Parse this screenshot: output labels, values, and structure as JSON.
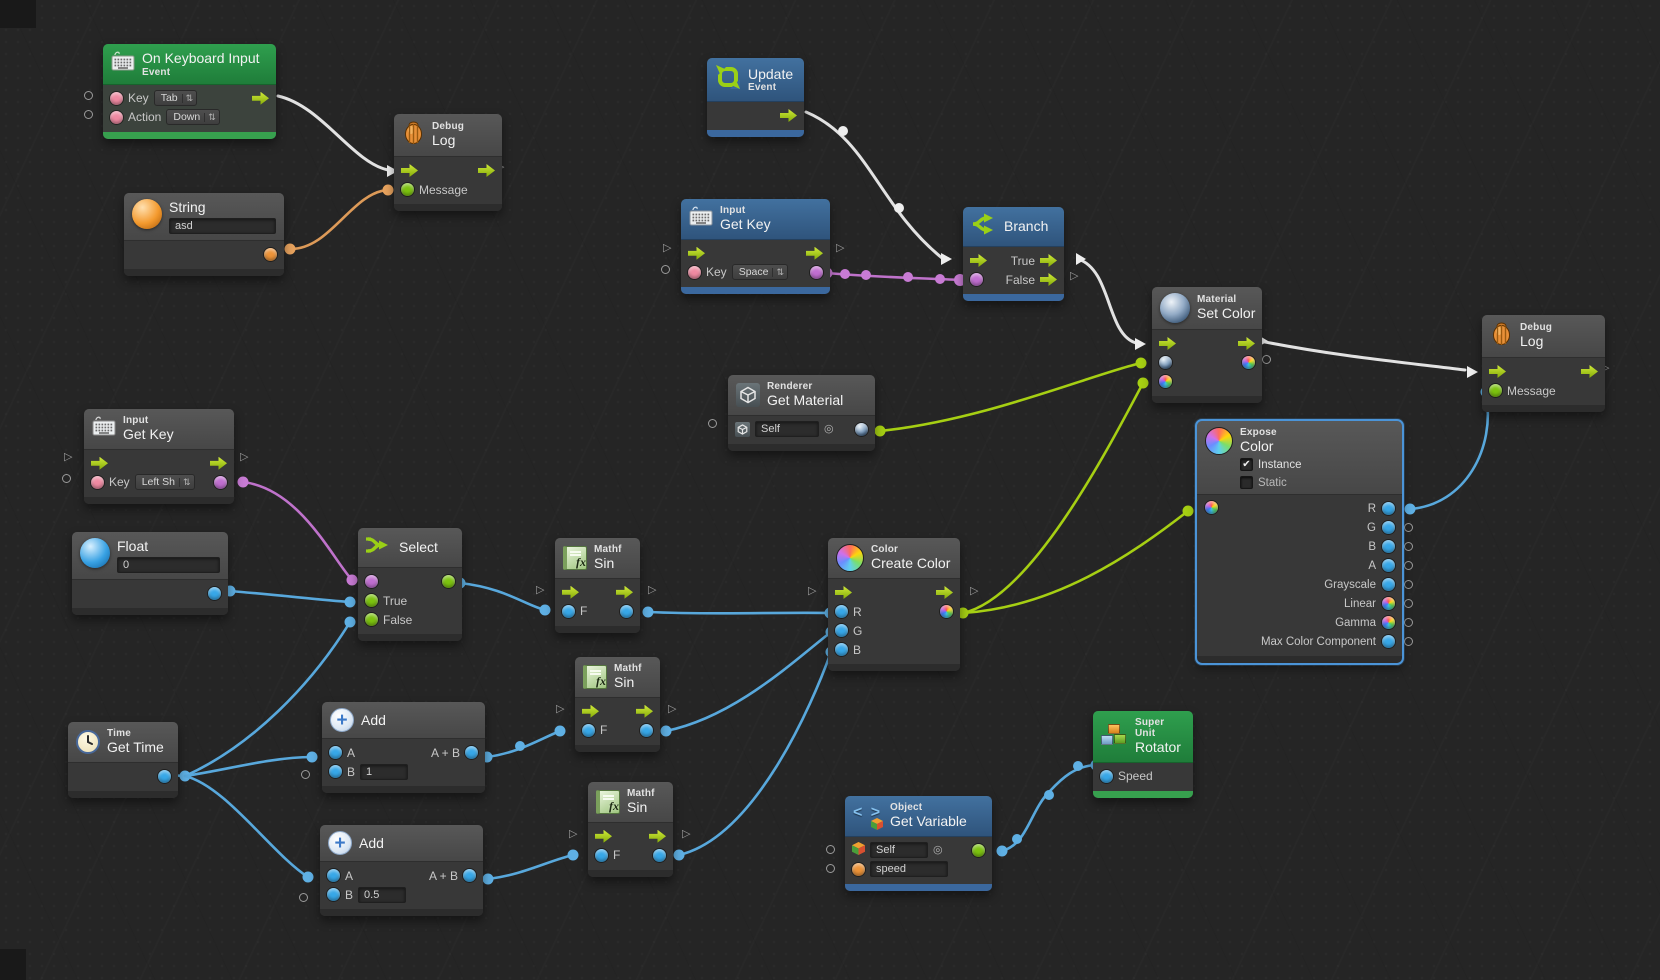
{
  "app": {
    "name": "Unity Bolt flow graph editor"
  },
  "colors": {
    "background": "#252525",
    "node_body": "#383838",
    "node_header": "#4d4d4d",
    "header_event_green": "#2a9148",
    "header_blue": "#3a638f",
    "footer_green": "#37a04e",
    "footer_blue": "#3b689e",
    "selection_outline": "#4b94d8",
    "wire_flow": "#e2e2e2",
    "wire_string": "#dd9a58",
    "wire_condition": "#bf72cb",
    "wire_color": "#a6cf13",
    "wire_number": "#58a8dc",
    "port_pink": "#ef8aa2",
    "port_purple": "#c06ed0",
    "port_blue": "#37a7e8",
    "port_green": "#7cc30f",
    "port_orange": "#ed9338"
  },
  "icons": {
    "fx_glyph": "fx",
    "check_glyph": "✔",
    "stepper_glyph": "⇅",
    "target_glyph": "◎",
    "plus_glyph": "+",
    "object_glyph": "< >"
  },
  "nodes": {
    "on_keyboard_input": {
      "title": "On Keyboard Input",
      "subtitle": "Event",
      "key_label": "Key",
      "key_value": "Tab",
      "action_label": "Action",
      "action_value": "Down"
    },
    "debug_log_top": {
      "category": "Debug",
      "title": "Log",
      "message_label": "Message"
    },
    "string_literal": {
      "title": "String",
      "value": "asd"
    },
    "update_event": {
      "title": "Update",
      "subtitle": "Event"
    },
    "get_key_space": {
      "category": "Input",
      "title": "Get Key",
      "key_label": "Key",
      "key_value": "Space"
    },
    "branch": {
      "title": "Branch",
      "true_label": "True",
      "false_label": "False"
    },
    "set_color": {
      "category": "Material",
      "title": "Set Color"
    },
    "get_material": {
      "category": "Renderer",
      "title": "Get Material",
      "target_value": "Self"
    },
    "debug_log_right": {
      "category": "Debug",
      "title": "Log",
      "message_label": "Message"
    },
    "expose_color": {
      "category": "Expose",
      "title": "Color",
      "instance_label": "Instance",
      "static_label": "Static",
      "outputs": [
        "R",
        "G",
        "B",
        "A",
        "Grayscale",
        "Linear",
        "Gamma",
        "Max Color Component"
      ]
    },
    "get_key_shift": {
      "category": "Input",
      "title": "Get Key",
      "key_label": "Key",
      "key_value": "Left Sh"
    },
    "float_literal": {
      "title": "Float",
      "value": "0"
    },
    "select": {
      "title": "Select",
      "true_label": "True",
      "false_label": "False"
    },
    "sin_a": {
      "category": "Mathf",
      "title": "Sin",
      "input_label": "F"
    },
    "sin_b": {
      "category": "Mathf",
      "title": "Sin",
      "input_label": "F"
    },
    "sin_c": {
      "category": "Mathf",
      "title": "Sin",
      "input_label": "F"
    },
    "create_color": {
      "category": "Color",
      "title": "Create Color",
      "r_label": "R",
      "g_label": "G",
      "b_label": "B"
    },
    "get_time": {
      "category": "Time",
      "title": "Get Time"
    },
    "add_1": {
      "title": "Add",
      "a_label": "A",
      "b_label": "B",
      "b_value": "1",
      "sum_label": "A + B"
    },
    "add_2": {
      "title": "Add",
      "a_label": "A",
      "b_label": "B",
      "b_value": "0.5",
      "sum_label": "A + B"
    },
    "get_variable": {
      "category": "Object",
      "title": "Get Variable",
      "target_value": "Self",
      "variable_value": "speed"
    },
    "rotator": {
      "category": "Super Unit",
      "title": "Rotator",
      "speed_label": "Speed"
    }
  }
}
